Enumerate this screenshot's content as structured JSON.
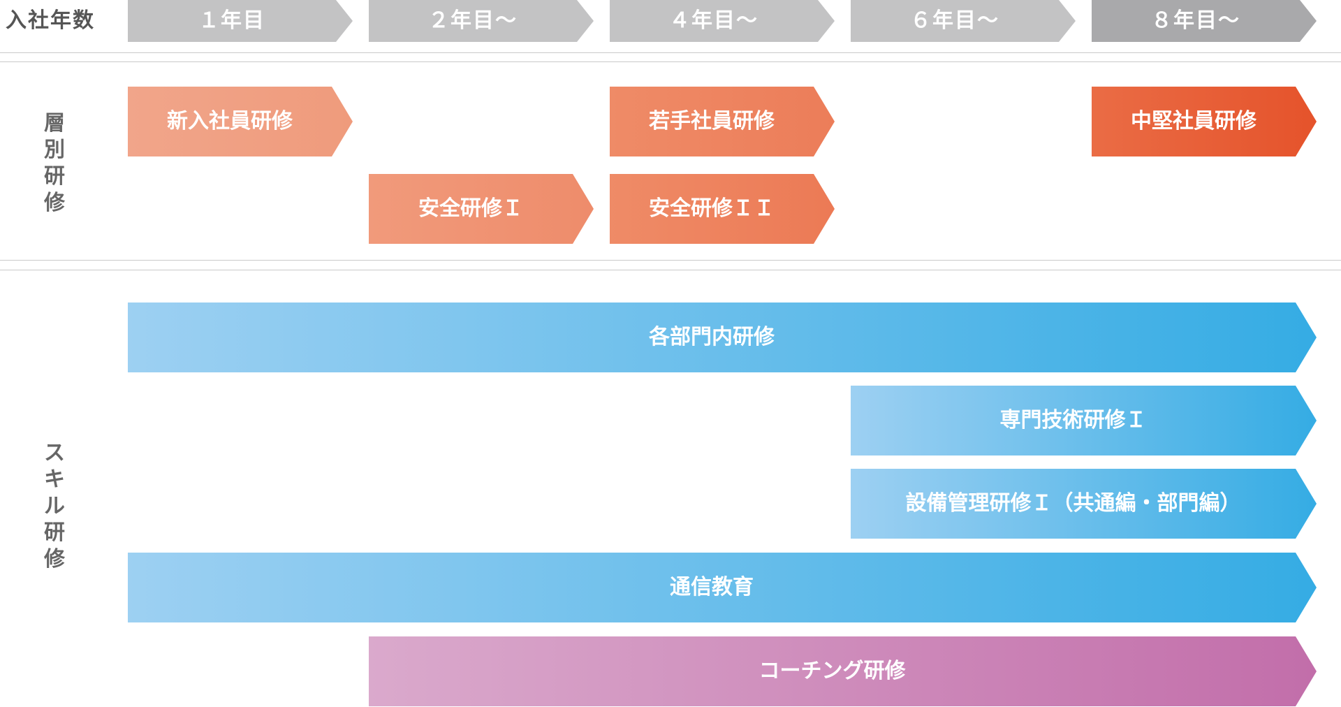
{
  "corner_label": "入社年数",
  "years": [
    {
      "label": "１年目",
      "color": "#c3c3c4"
    },
    {
      "label": "２年目〜",
      "color": "#c3c3c4"
    },
    {
      "label": "４年目〜",
      "color": "#c3c3c4"
    },
    {
      "label": "６年目〜",
      "color": "#c3c3c4"
    },
    {
      "label": "８年目〜",
      "color": "#a9a9ab"
    }
  ],
  "sections": {
    "layer": {
      "label": "層別研修"
    },
    "skill": {
      "label": "スキル研修"
    }
  },
  "layer_trainings": [
    {
      "id": "new-hire",
      "label": "新入社員研修",
      "start": "１年目",
      "end": "１年目",
      "colors": [
        "#f1a58a",
        "#ef9b7c"
      ]
    },
    {
      "id": "young",
      "label": "若手社員研修",
      "start": "４年目〜",
      "end": "４年目〜",
      "colors": [
        "#ef8b67",
        "#ec7d59"
      ]
    },
    {
      "id": "mid",
      "label": "中堅社員研修",
      "start": "８年目〜",
      "end": "８年目〜",
      "colors": [
        "#ea6c45",
        "#e5532b"
      ]
    },
    {
      "id": "safety-1",
      "label": "安全研修Ｉ",
      "start": "２年目〜",
      "end": "２年目〜",
      "colors": [
        "#f19a7b",
        "#ee8c6b"
      ]
    },
    {
      "id": "safety-2",
      "label": "安全研修ＩＩ",
      "start": "４年目〜",
      "end": "４年目〜",
      "colors": [
        "#ef8b67",
        "#ec7a55"
      ]
    }
  ],
  "skill_trainings": [
    {
      "id": "dept",
      "label": "各部門内研修",
      "start": "１年目",
      "end": "８年目〜",
      "colors": [
        "#9dd0f2",
        "#35acE4"
      ]
    },
    {
      "id": "specialist",
      "label": "専門技術研修Ｉ",
      "start": "６年目〜",
      "end": "８年目〜",
      "colors": [
        "#9dd0f2",
        "#35ace4"
      ]
    },
    {
      "id": "facility",
      "label": "設備管理研修Ｉ（共通編・部門編）",
      "start": "６年目〜",
      "end": "８年目〜",
      "colors": [
        "#9dd0f2",
        "#35ace4"
      ]
    },
    {
      "id": "correspondence",
      "label": "通信教育",
      "start": "１年目",
      "end": "８年目〜",
      "colors": [
        "#9dd0f2",
        "#35ace4"
      ]
    },
    {
      "id": "coaching",
      "label": "コーチング研修",
      "start": "２年目〜",
      "end": "８年目〜",
      "colors": [
        "#daa9cc",
        "#c26eaa"
      ]
    }
  ]
}
